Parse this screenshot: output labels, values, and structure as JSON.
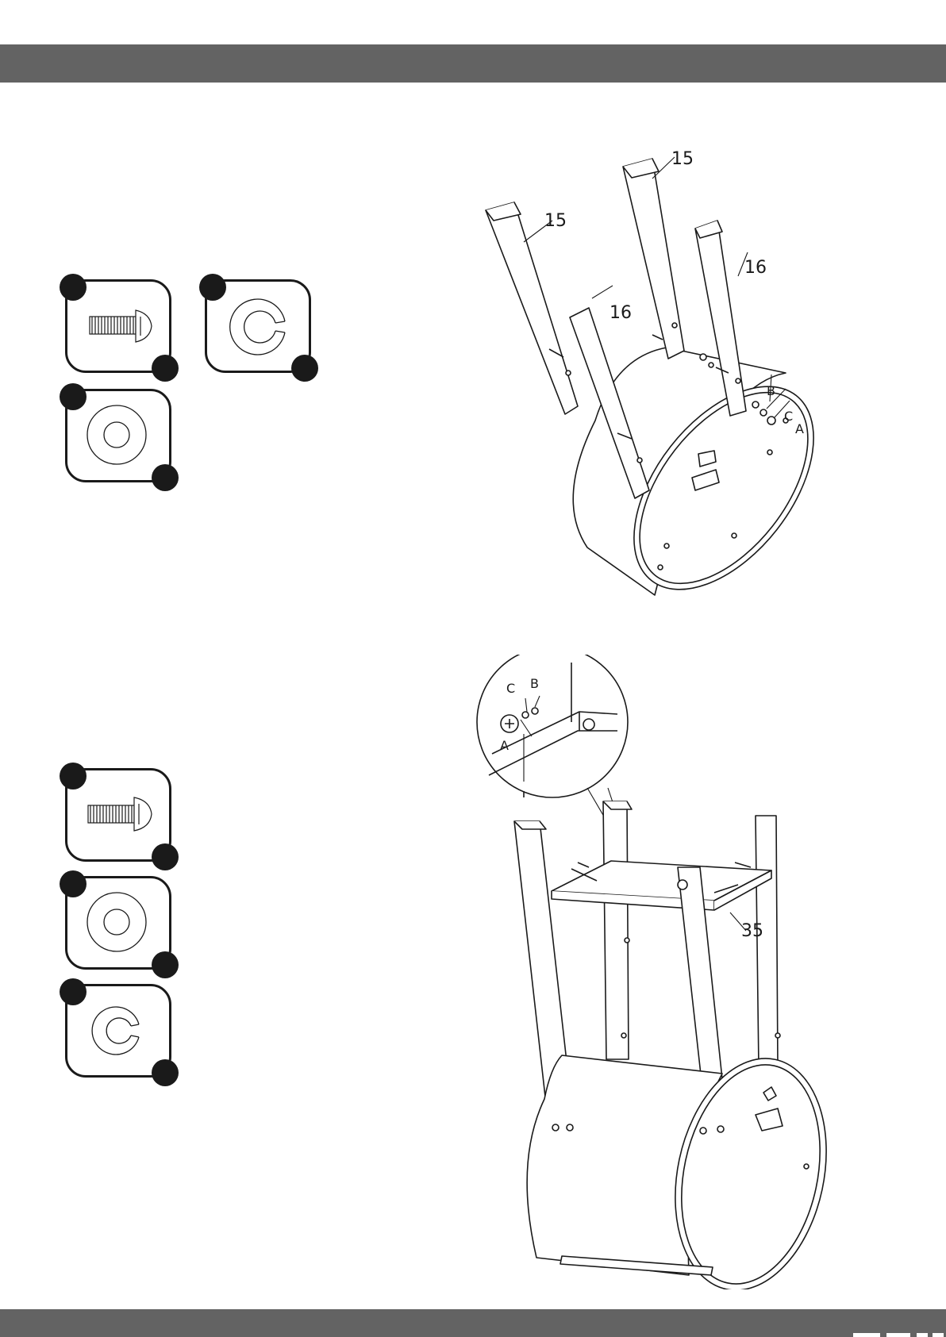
{
  "step1": {
    "labels": {
      "leg_front_left": "15",
      "leg_back": "15",
      "leg_front_right": "16",
      "leg_right": "16",
      "hw_b": "B",
      "hw_c": "C",
      "hw_a": "A"
    }
  },
  "step2": {
    "labels": {
      "zoom_c": "C",
      "zoom_b": "B",
      "zoom_a": "A",
      "shelf": "35"
    }
  },
  "icons": {
    "bolt": "bolt-icon",
    "flat_washer": "flat-washer-icon",
    "spring_washer": "spring-washer-icon"
  },
  "colors": {
    "bar": "#636363",
    "ink": "#1a1a1a"
  }
}
